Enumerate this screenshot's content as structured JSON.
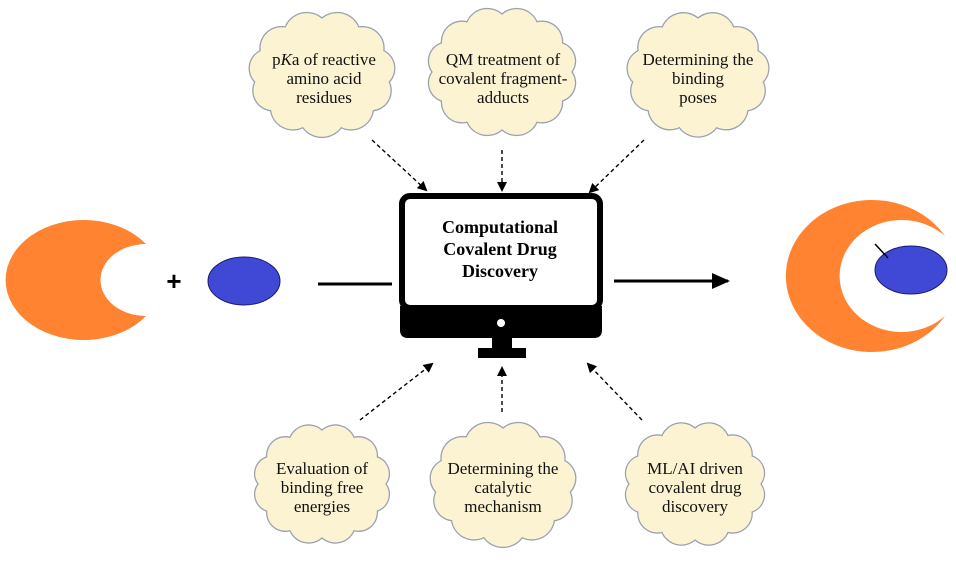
{
  "colors": {
    "enzyme": "#FF8330",
    "ligand": "#4049D6",
    "cloud_fill": "#FCF3D2",
    "cloud_stroke": "#9AA2B2",
    "monitor": "#000000"
  },
  "center": {
    "title_lines": [
      "Computational",
      "Covalent Drug",
      "Discovery"
    ]
  },
  "plus_sign": "+",
  "clouds": {
    "pka": {
      "prefix": "p",
      "italic": "K",
      "suffix": "a of reactive",
      "line2": "amino acid",
      "line3": "residues"
    },
    "qm": {
      "lines": [
        "QM treatment of",
        "covalent fragment-",
        "adducts"
      ]
    },
    "poses": {
      "lines": [
        "Determining the",
        "binding",
        "poses"
      ]
    },
    "free_energy": {
      "lines": [
        "Evaluation of",
        "binding free",
        "energies"
      ]
    },
    "mechanism": {
      "lines": [
        "Determining the",
        "catalytic",
        "mechanism"
      ]
    },
    "ml_ai": {
      "lines": [
        "ML/AI driven",
        "covalent drug",
        "discovery"
      ]
    }
  }
}
